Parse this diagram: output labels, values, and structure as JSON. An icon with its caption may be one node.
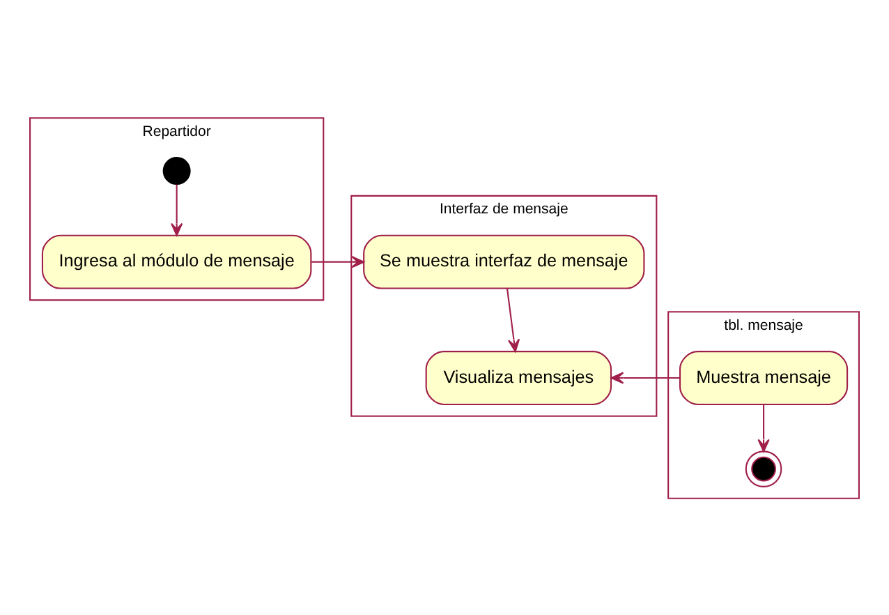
{
  "diagram": {
    "nodes": [
      {
        "text": [
          "Repartidor"
        ]
      },
      {
        "text": [
          "Interfaz de mensaje"
        ]
      },
      {
        "text": [
          "tbl. mensaje"
        ]
      },
      {
        "text": [],
        "shape": "circle",
        "in": 0
      },
      {
        "text": [
          "Ingresa al módulo de mensaje"
        ],
        "in": 0
      },
      {
        "text": [
          "Se muestra interfaz de mensaje"
        ],
        "in": 1
      },
      {
        "text": [
          "Visualiza mensajes"
        ],
        "in": 1
      },
      {
        "text": [
          "Muestra mensaje"
        ],
        "in": 2
      },
      {
        "text": [],
        "shape": "circle",
        "in": 2
      }
    ],
    "edges": [
      {
        "from": 3,
        "to": 4,
        "arrow": "to"
      },
      {
        "from": 4,
        "to": 5,
        "arrow": "to"
      },
      {
        "from": 5,
        "to": 6,
        "arrow": "to"
      },
      {
        "from": 7,
        "to": 6,
        "arrow": "to"
      },
      {
        "from": 7,
        "to": 8,
        "arrow": "to"
      }
    ]
  }
}
